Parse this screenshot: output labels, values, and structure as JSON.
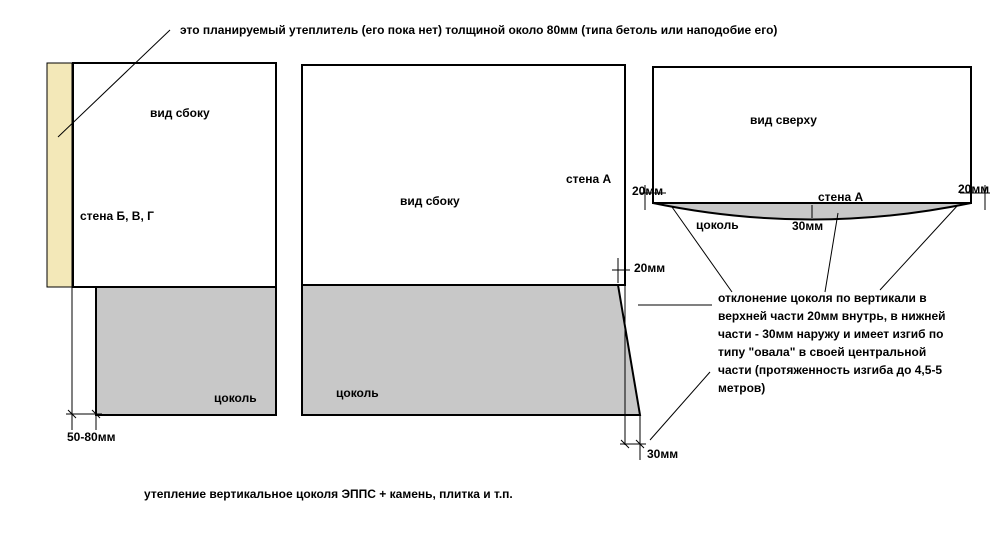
{
  "colors": {
    "insulation": "#F3E8B8",
    "plinth": "#C8C8C8",
    "line": "#000000",
    "background": "#FFFFFF"
  },
  "header_note": "это планируемый утеплитель (его пока нет) толщиной около 80мм (типа бетоль или наподобие его)",
  "left_view": {
    "title": "вид сбоку",
    "wall_label": "стена Б, В, Г",
    "plinth_label": "цоколь",
    "dimension": "50-80мм"
  },
  "middle_view": {
    "title": "вид сбоку",
    "wall_label": "стена А",
    "plinth_label": "цоколь",
    "dim_top": "20мм",
    "dim_bottom": "30мм"
  },
  "right_view": {
    "title": "вид сверху",
    "wall_label": "стена А",
    "plinth_label": "цоколь",
    "dim_left": "20мм",
    "dim_right": "20мм",
    "dim_center": "30мм"
  },
  "deviation_note": [
    "отклонение цоколя по вертикали в",
    "верхней части 20мм внутрь, в нижней",
    "части - 30мм наружу и имеет изгиб по",
    "типу \"овала\" в своей центральной",
    "части (протяженность изгиба до 4,5-5",
    "метров)"
  ],
  "footer_note": "утепление вертикальное цоколя ЭППС + камень, плитка и т.п."
}
